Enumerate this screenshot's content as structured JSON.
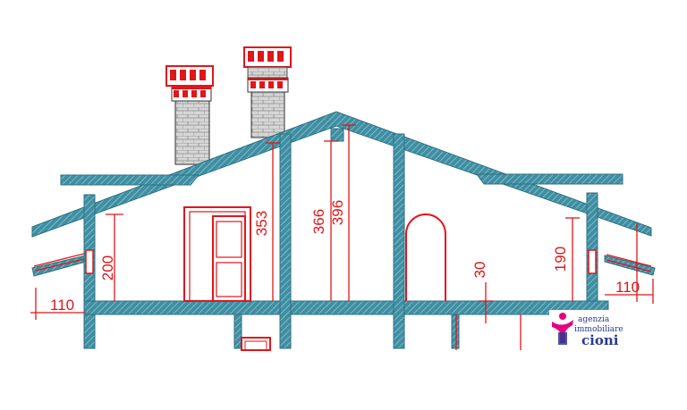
{
  "drawing": {
    "colors": {
      "wall": "#3f8fa3",
      "wall_dark": "#2f6f80",
      "hatch": "#ffffff",
      "dimension": "#e0161b",
      "brick": "#c9c9c9"
    },
    "dimensions": {
      "d_200": "200",
      "d_353": "353",
      "d_366": "366",
      "d_396": "396",
      "d_30": "30",
      "d_190": "190",
      "d_110_left": "110",
      "d_110_right": "110"
    }
  },
  "logo": {
    "line1": "agenzia",
    "line2": "immobiliare",
    "line3": "cioni",
    "colors": {
      "pink": "#e6007e",
      "blue": "#2b3990"
    }
  }
}
